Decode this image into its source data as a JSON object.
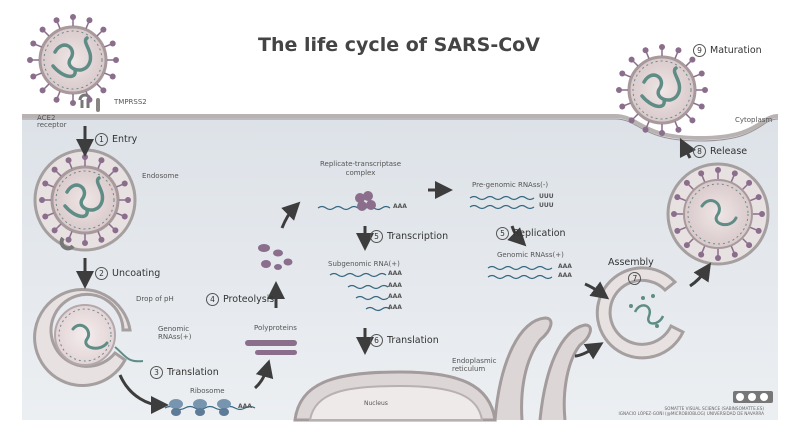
{
  "title": "The life cycle of SARS-CoV",
  "membrane_labels": {
    "ace2": "ACE2\nreceptor",
    "tmprss2": "TMPRSS2",
    "cytoplasm": "Cytoplasm",
    "endosome": "Endosome",
    "drop_ph": "Drop of pH",
    "genomic_left": "Genomic\nRNAss(+)",
    "ribosome": "Ribosome",
    "polyproteins": "Polyproteins",
    "rtc": "Replicate-transcriptase\ncomplex",
    "pregenomic": "Pre-genomic RNAss(-)",
    "subgenomic": "Subgenomic RNA(+)",
    "genomic_right": "Genomic RNAss(+)",
    "er": "Endoplasmic\nreticulum",
    "nucleus": "Nucleus"
  },
  "steps": [
    {
      "num": "1",
      "label": "Entry"
    },
    {
      "num": "2",
      "label": "Uncoating"
    },
    {
      "num": "3",
      "label": "Translation"
    },
    {
      "num": "4",
      "label": "Proteolysis"
    },
    {
      "num": "5",
      "label": "Transcription"
    },
    {
      "num": "5",
      "label": "Replication"
    },
    {
      "num": "6",
      "label": "Translation"
    },
    {
      "num": "7",
      "label": "Assembly"
    },
    {
      "num": "8",
      "label": "Release"
    },
    {
      "num": "9",
      "label": "Maturation"
    }
  ],
  "rna_tails": {
    "aaa": "AAA",
    "uuu": "UUU"
  },
  "credit": {
    "line1": "SOMATTE VISUAL SCIENCE (SABINSOMATTE.ES)",
    "line2": "IGNACIO LÓPEZ-GOÑI (@MICROBIOBLOG) UNIVERSIDAD DE NAVARRA"
  },
  "license_badge": "cc"
}
